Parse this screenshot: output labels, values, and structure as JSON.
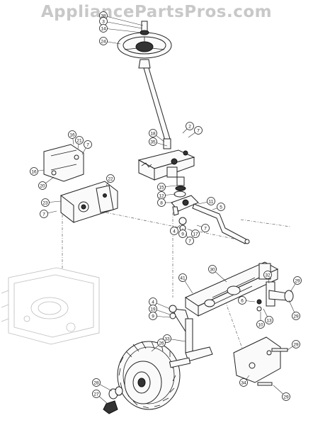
{
  "watermark": "AppliancePartsPros.com",
  "callouts": [
    {
      "label": "38"
    },
    {
      "label": "3"
    },
    {
      "label": "14"
    },
    {
      "label": "24"
    },
    {
      "label": "2"
    },
    {
      "label": "7"
    },
    {
      "label": "18"
    },
    {
      "label": "35"
    },
    {
      "label": "16"
    },
    {
      "label": "21"
    },
    {
      "label": "7"
    },
    {
      "label": "16"
    },
    {
      "label": "20"
    },
    {
      "label": "22"
    },
    {
      "label": "23"
    },
    {
      "label": "7"
    },
    {
      "label": "15"
    },
    {
      "label": "12"
    },
    {
      "label": "8"
    },
    {
      "label": "11"
    },
    {
      "label": "5"
    },
    {
      "label": "4"
    },
    {
      "label": "9"
    },
    {
      "label": "7"
    },
    {
      "label": "17"
    },
    {
      "label": "7"
    },
    {
      "label": "41"
    },
    {
      "label": "30"
    },
    {
      "label": "32"
    },
    {
      "label": "29"
    },
    {
      "label": "6"
    },
    {
      "label": "29"
    },
    {
      "label": "10"
    },
    {
      "label": "13"
    },
    {
      "label": "4"
    },
    {
      "label": "19"
    },
    {
      "label": "9"
    },
    {
      "label": "33"
    },
    {
      "label": "26"
    },
    {
      "label": "28"
    },
    {
      "label": "27"
    },
    {
      "label": "34"
    },
    {
      "label": "29"
    },
    {
      "label": "29"
    }
  ]
}
